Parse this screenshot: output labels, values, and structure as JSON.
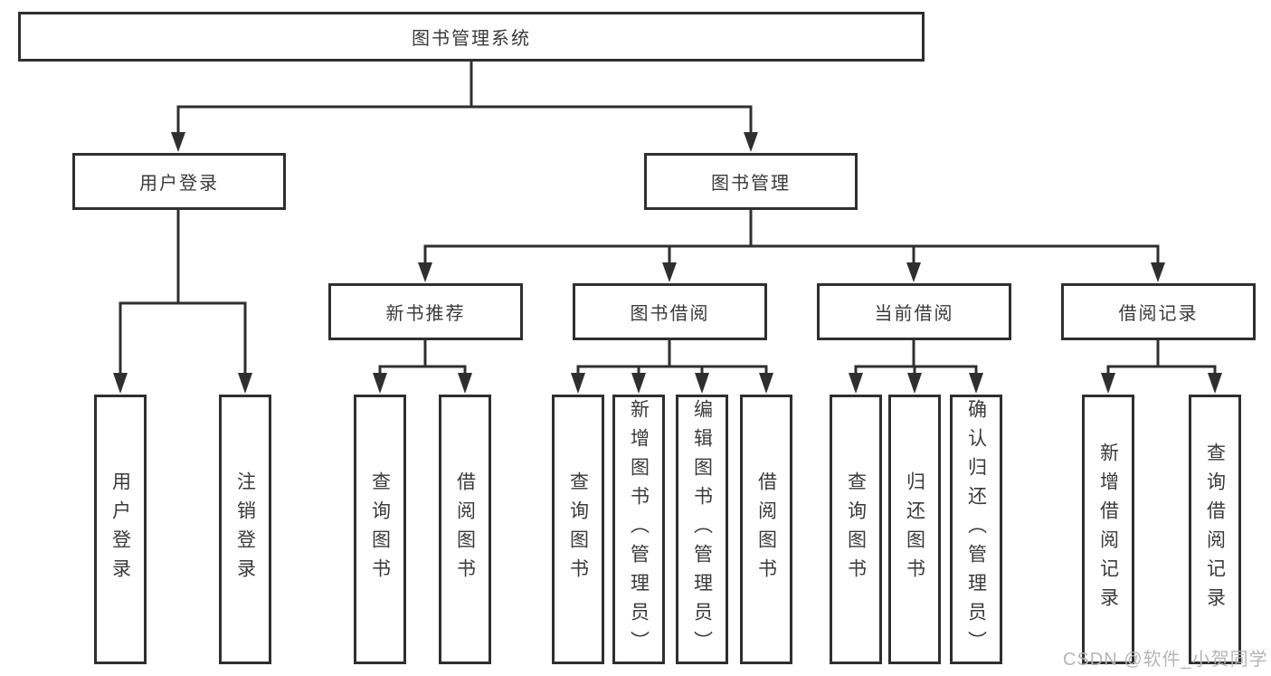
{
  "nodes": {
    "root": {
      "label": "图书管理系统"
    },
    "l2": [
      {
        "label": "用户登录"
      },
      {
        "label": "图书管理"
      }
    ],
    "l3": [
      {
        "label": "新书推荐"
      },
      {
        "label": "图书借阅"
      },
      {
        "label": "当前借阅"
      },
      {
        "label": "借阅记录"
      }
    ],
    "leaves": [
      {
        "label": "用户登录"
      },
      {
        "label": "注销登录"
      },
      {
        "label": "查询图书"
      },
      {
        "label": "借阅图书"
      },
      {
        "label": "查询图书"
      },
      {
        "label": "新增图书（管理员）"
      },
      {
        "label": "编辑图书（管理员）"
      },
      {
        "label": "借阅图书"
      },
      {
        "label": "查询图书"
      },
      {
        "label": "归还图书"
      },
      {
        "label": "确认归还（管理员）"
      },
      {
        "label": "新增借阅记录"
      },
      {
        "label": "查询借阅记录"
      }
    ]
  },
  "watermark": {
    "text": "CSDN @软件_小贺同学"
  },
  "colors": {
    "line": "#2f2f2f",
    "box_border": "#2f2f2f",
    "text": "#3a3a3a",
    "watermark": "#b5b5b5",
    "background": "#ffffff"
  }
}
